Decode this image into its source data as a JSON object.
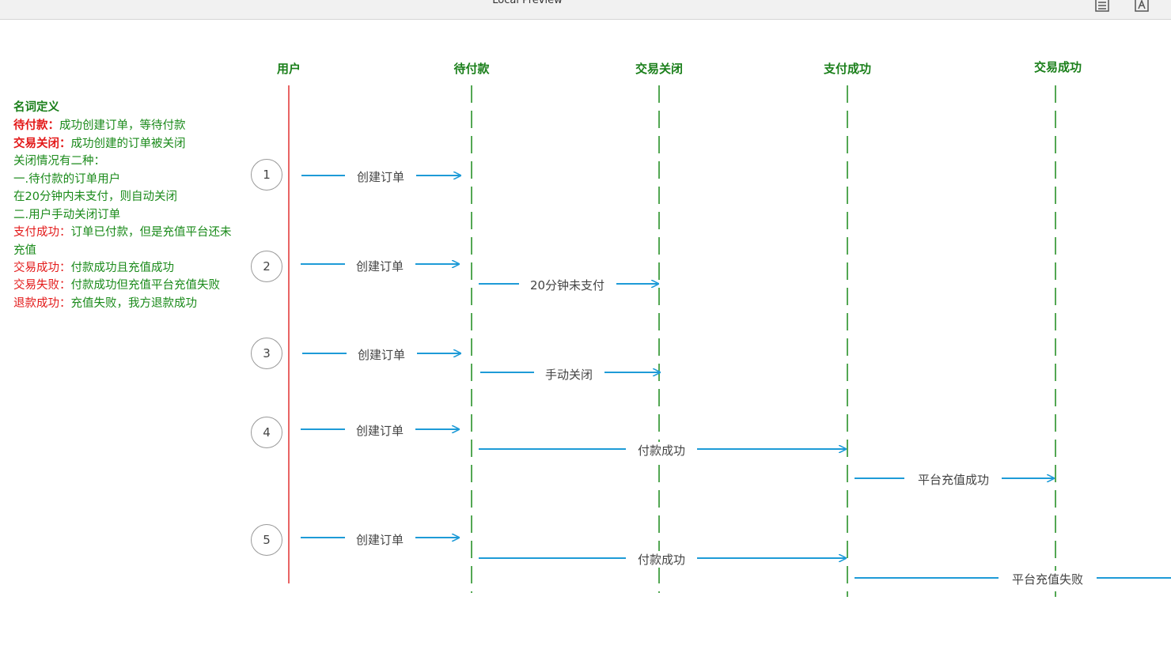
{
  "window": {
    "title": "Local Preview",
    "icons": [
      "document-icon",
      "acrobat-icon"
    ]
  },
  "lanes": [
    {
      "key": "user",
      "label": "用户"
    },
    {
      "key": "pending",
      "label": "待付款"
    },
    {
      "key": "closed",
      "label": "交易关闭"
    },
    {
      "key": "paid",
      "label": "支付成功"
    },
    {
      "key": "success",
      "label": "交易成功"
    }
  ],
  "definitions": {
    "heading": "名词定义",
    "lines": [
      {
        "term": "待付款：",
        "text": "成功创建订单，等待付款"
      },
      {
        "term": "交易关闭：",
        "text": "成功创建的订单被关闭"
      },
      {
        "term": "",
        "text": "关闭情况有二种："
      },
      {
        "term": "",
        "text": "一.待付款的订单用户"
      },
      {
        "term": "",
        "text": "在20分钟内未支付，则自动关闭"
      },
      {
        "term": "",
        "text": "二.用户手动关闭订单"
      },
      {
        "term": "支付成功：",
        "text": "订单已付款，但是充值平台还未"
      },
      {
        "term": "",
        "text": "充值"
      },
      {
        "term": "交易成功：",
        "text": "付款成功且充值成功"
      },
      {
        "term": "交易失败：",
        "text": "付款成功但充值平台充值失败"
      },
      {
        "term": "退款成功：",
        "text": "充值失败，我方退款成功"
      }
    ]
  },
  "scenarios": [
    {
      "num": "1",
      "messages": [
        {
          "label": "创建订单"
        }
      ]
    },
    {
      "num": "2",
      "messages": [
        {
          "label": "创建订单"
        },
        {
          "label": "20分钟未支付"
        }
      ]
    },
    {
      "num": "3",
      "messages": [
        {
          "label": "创建订单"
        },
        {
          "label": "手动关闭"
        }
      ]
    },
    {
      "num": "4",
      "messages": [
        {
          "label": "创建订单"
        },
        {
          "label": "付款成功"
        },
        {
          "label": "平台充值成功"
        }
      ]
    },
    {
      "num": "5",
      "messages": [
        {
          "label": "创建订单"
        },
        {
          "label": "付款成功"
        },
        {
          "label": "平台充值失败"
        }
      ]
    }
  ],
  "colors": {
    "lane_head": "#1a7f1a",
    "user_line": "#e03030",
    "lane_line": "#1a8a1a",
    "arrow": "#1e9bd7",
    "term": "#e31a1a",
    "def_text": "#1a8a1a"
  }
}
